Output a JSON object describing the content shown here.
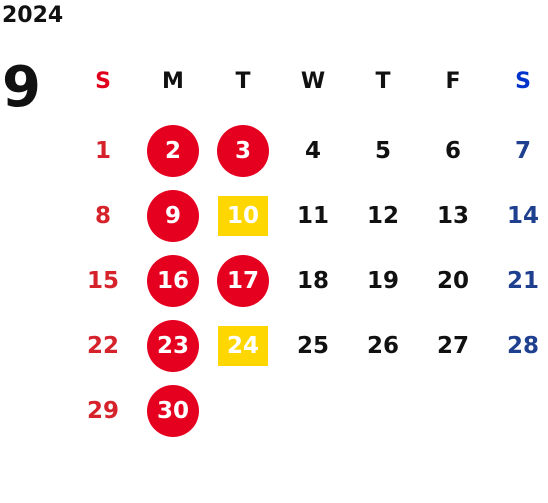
{
  "year": "2024",
  "month": "9",
  "weekdays": [
    "S",
    "M",
    "T",
    "W",
    "T",
    "F",
    "S"
  ],
  "weeks": [
    [
      "1",
      "2",
      "3",
      "4",
      "5",
      "6",
      "7"
    ],
    [
      "8",
      "9",
      "10",
      "11",
      "12",
      "13",
      "14"
    ],
    [
      "15",
      "16",
      "17",
      "18",
      "19",
      "20",
      "21"
    ],
    [
      "22",
      "23",
      "24",
      "25",
      "26",
      "27",
      "28"
    ],
    [
      "29",
      "30",
      "",
      "",
      "",
      "",
      ""
    ]
  ],
  "circle_days": [
    "2",
    "3",
    "9",
    "16",
    "17",
    "23",
    "30"
  ],
  "square_days": [
    "10",
    "24"
  ],
  "colors": {
    "sunday": "#d6222a",
    "saturday": "#1f3f8f",
    "circle_fill": "#e60020",
    "square_fill": "#ffd700"
  }
}
